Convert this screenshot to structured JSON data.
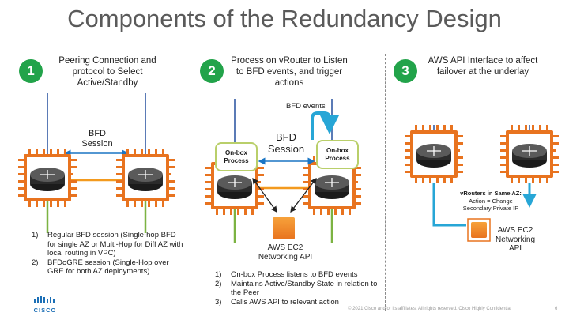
{
  "title": "Components of the Redundancy Design",
  "sections": [
    {
      "number": "1",
      "heading": "Peering Connection and protocol to Select Active/Standby"
    },
    {
      "number": "2",
      "heading": "Process on vRouter to Listen to BFD events, and trigger actions"
    },
    {
      "number": "3",
      "heading": "AWS API Interface to affect failover at the underlay"
    }
  ],
  "panel1": {
    "bfd_label_line1": "BFD",
    "bfd_label_line2": "Session",
    "notes": [
      {
        "num": "1)",
        "text": "Regular BFD session (Single-hop BFD for single AZ or Multi-Hop for Diff AZ with local routing in VPC)"
      },
      {
        "num": "2)",
        "text": "BFDoGRE session (Single-Hop over GRE for both AZ deployments)"
      }
    ]
  },
  "panel2": {
    "bfd_events_label": "BFD events",
    "bfd_label_line1": "BFD",
    "bfd_label_line2": "Session",
    "process_left_line1": "On-box",
    "process_left_line2": "Process",
    "process_right_line1": "On-box",
    "process_right_line2": "Process",
    "aws_label_line1": "AWS EC2",
    "aws_label_line2": "Networking API",
    "notes": [
      {
        "num": "1)",
        "text": "On-box Process listens to BFD events"
      },
      {
        "num": "2)",
        "text": "Maintains Active/Standby State in relation to the Peer"
      },
      {
        "num": "3)",
        "text": "Calls AWS API to relevant action"
      }
    ]
  },
  "panel3": {
    "callout_title": "vRouters in Same AZ:",
    "callout_line2": "Action =  Change",
    "callout_line3": "Secondary Private IP",
    "aws_label_line1": "AWS EC2",
    "aws_label_line2": "Networking",
    "aws_label_line3": "API"
  },
  "footer": {
    "logo_text": "CISCO",
    "copyright": "© 2021  Cisco and/or its affiliates. All rights reserved.   Cisco Highly Confidential",
    "page_number": "6"
  },
  "colors": {
    "accent_green": "#22a34a",
    "link_blue": "#1a75c4",
    "link_orange": "#f39a1e",
    "chip_orange": "#e8731f",
    "process_border": "#b9cf6a"
  }
}
